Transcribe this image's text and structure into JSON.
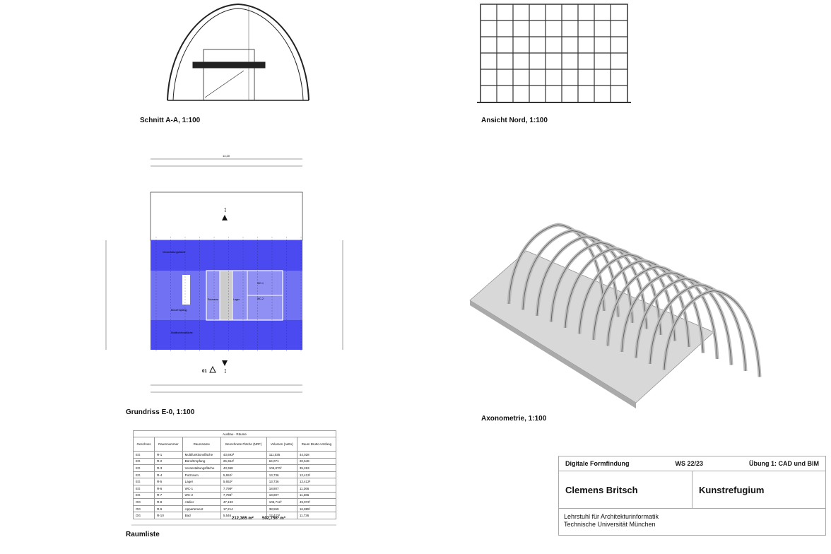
{
  "captions": {
    "section": "Schnitt A-A, 1:100",
    "elevation": "Ansicht Nord, 1:100",
    "plan": "Grundriss E-0, 1:100",
    "axo": "Axonometrie, 1:100",
    "rooms": "Raumliste"
  },
  "plan": {
    "section_marker": "A-A",
    "north_label": "01",
    "rooms": [
      "Veranstaltungsfläche",
      "Büro/Empfang",
      "Multifunktionsfläche",
      "Putzraum",
      "Lager",
      "WC-1",
      "WC-2"
    ],
    "total_width": "14,20",
    "plan_color": "#4a4af0"
  },
  "table": {
    "title": "Ausbau - Räume",
    "headers": [
      "Geschoss",
      "Raumnummer",
      "Raumname",
      "Berechnete Fläche (NRF)",
      "Volumen (netto)",
      "Raum Brutto-Umfang"
    ],
    "rows": [
      [
        "EG",
        "R-1",
        "Multifunktionsfläche",
        "43,693²",
        "111,035",
        "44,028"
      ],
      [
        "EG",
        "R-2",
        "Büro/Empfang",
        "26,364²",
        "64,071",
        "20,548"
      ],
      [
        "EG",
        "R-3",
        "Veranstaltungsfläche",
        "43,368",
        "105,870²",
        "35,263"
      ],
      [
        "EG",
        "R-4",
        "Putzraum",
        "5,652²",
        "13,736",
        "12,413²"
      ],
      [
        "EG",
        "R-5",
        "Lager",
        "5,652²",
        "13,736",
        "12,413²"
      ],
      [
        "EG",
        "R-6",
        "WC-1",
        "7,798²",
        "18,807",
        "11,366"
      ],
      [
        "EG",
        "R-7",
        "WC-2",
        "7,798²",
        "18,807",
        "11,366"
      ],
      [
        "OG",
        "R-8",
        "Atelier",
        "47,193",
        "105,712²",
        "49,072²"
      ],
      [
        "OG",
        "R-9",
        "Appartement",
        "17,214",
        "38,559",
        "16,885²"
      ],
      [
        "OG",
        "R-10",
        "Bad",
        "5,546",
        "12,422²",
        "11,736"
      ]
    ],
    "total_area": "212,365 m²",
    "total_volume": "502,756³ m³"
  },
  "titleblock": {
    "course": "Digitale Formfindung",
    "semester": "WS 22/23",
    "exercise": "Übung 1: CAD und BIM",
    "author": "Clemens Britsch",
    "project": "Kunstrefugium",
    "chair": "Lehrstuhl für Architekturinformatik",
    "university": "Technische Universität München"
  }
}
